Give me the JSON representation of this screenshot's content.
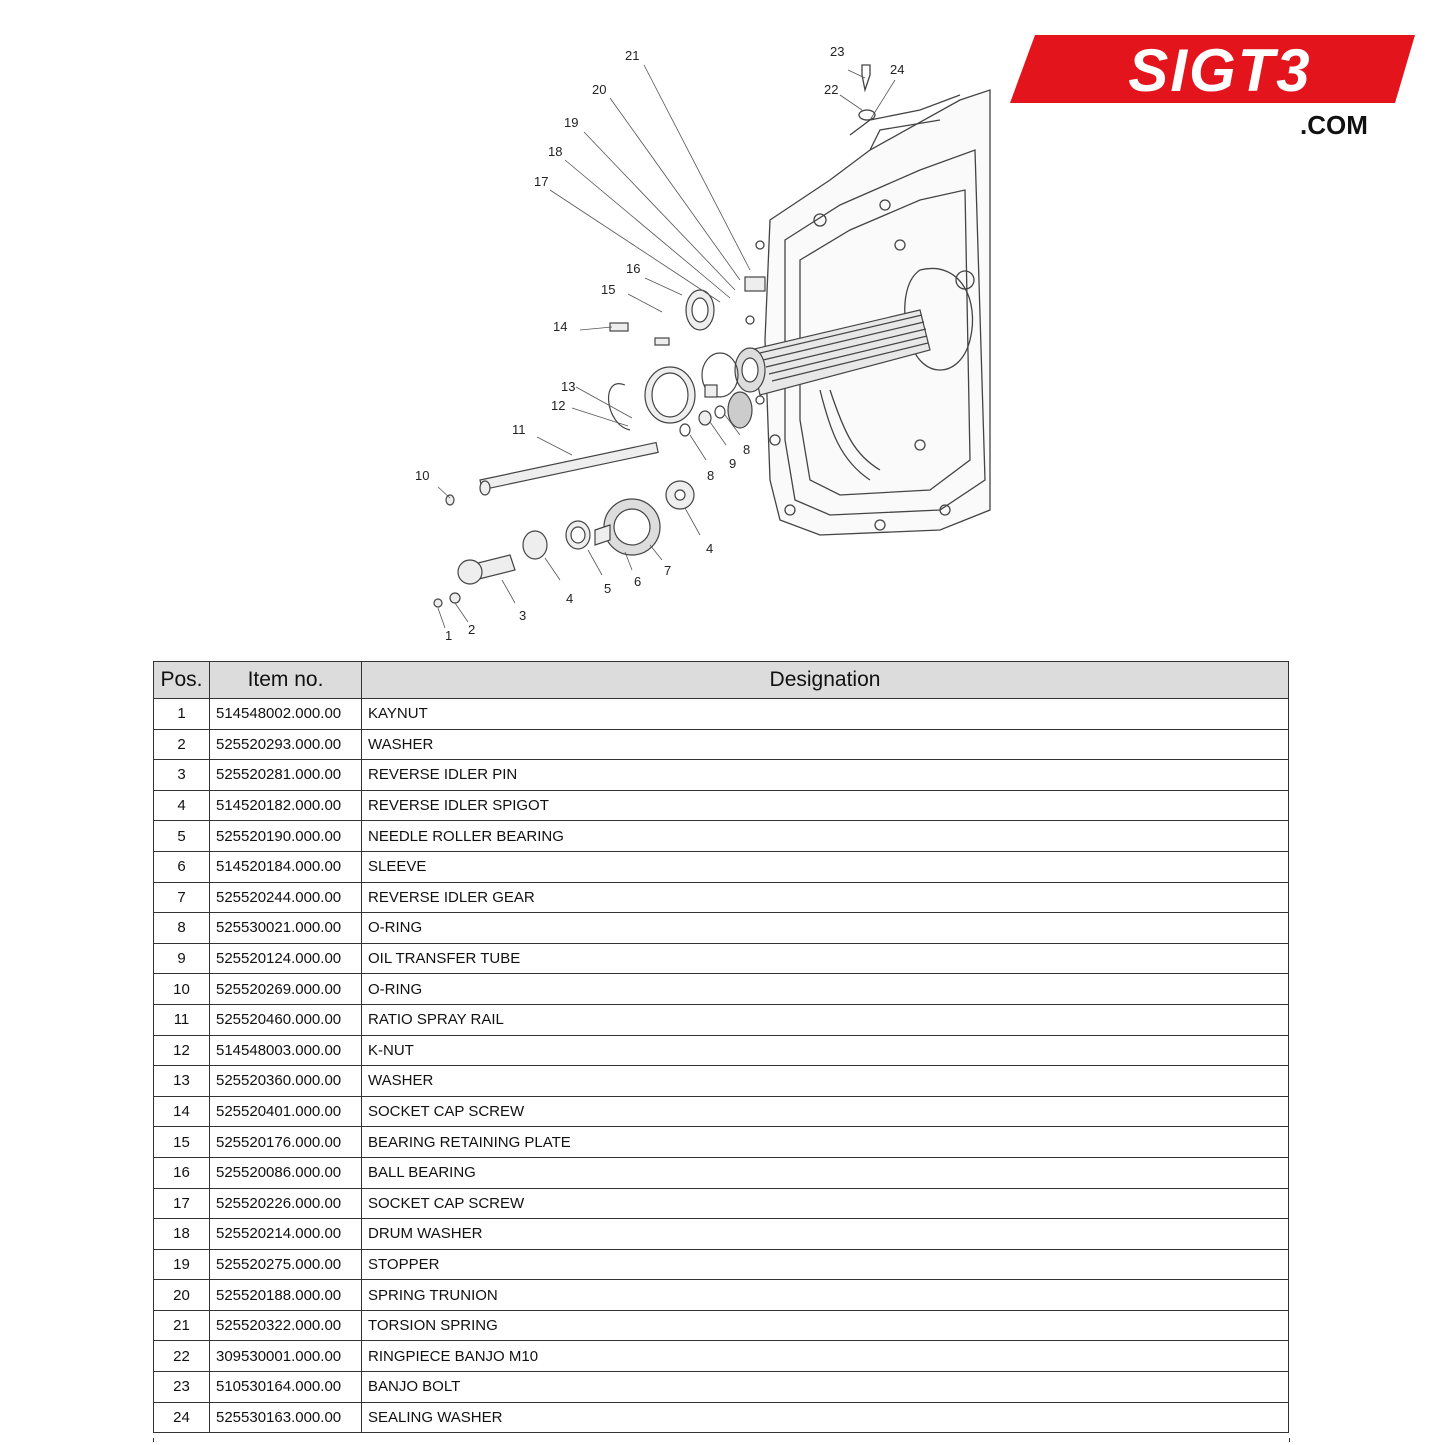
{
  "logo": {
    "text": "SIGT3",
    "sub": ".COM",
    "color": "#e3141c"
  },
  "table": {
    "headers": {
      "pos": "Pos.",
      "item": "Item no.",
      "designation": "Designation"
    },
    "rows": [
      {
        "pos": "1",
        "item": "514548002.000.00",
        "designation": "KAYNUT"
      },
      {
        "pos": "2",
        "item": "525520293.000.00",
        "designation": "WASHER"
      },
      {
        "pos": "3",
        "item": "525520281.000.00",
        "designation": "REVERSE IDLER PIN"
      },
      {
        "pos": "4",
        "item": "514520182.000.00",
        "designation": "REVERSE IDLER SPIGOT"
      },
      {
        "pos": "5",
        "item": "525520190.000.00",
        "designation": "NEEDLE ROLLER BEARING"
      },
      {
        "pos": "6",
        "item": "514520184.000.00",
        "designation": "SLEEVE"
      },
      {
        "pos": "7",
        "item": "525520244.000.00",
        "designation": "REVERSE IDLER GEAR"
      },
      {
        "pos": "8",
        "item": "525530021.000.00",
        "designation": "O-RING"
      },
      {
        "pos": "9",
        "item": "525520124.000.00",
        "designation": "OIL TRANSFER TUBE"
      },
      {
        "pos": "10",
        "item": "525520269.000.00",
        "designation": "O-RING"
      },
      {
        "pos": "11",
        "item": "525520460.000.00",
        "designation": "RATIO SPRAY RAIL"
      },
      {
        "pos": "12",
        "item": "514548003.000.00",
        "designation": "K-NUT"
      },
      {
        "pos": "13",
        "item": "525520360.000.00",
        "designation": "WASHER"
      },
      {
        "pos": "14",
        "item": "525520401.000.00",
        "designation": "SOCKET CAP SCREW"
      },
      {
        "pos": "15",
        "item": "525520176.000.00",
        "designation": "BEARING RETAINING PLATE"
      },
      {
        "pos": "16",
        "item": "525520086.000.00",
        "designation": "BALL BEARING"
      },
      {
        "pos": "17",
        "item": "525520226.000.00",
        "designation": "SOCKET CAP SCREW"
      },
      {
        "pos": "18",
        "item": "525520214.000.00",
        "designation": "DRUM WASHER"
      },
      {
        "pos": "19",
        "item": "525520275.000.00",
        "designation": "STOPPER"
      },
      {
        "pos": "20",
        "item": "525520188.000.00",
        "designation": "SPRING TRUNION"
      },
      {
        "pos": "21",
        "item": "525520322.000.00",
        "designation": "TORSION SPRING"
      },
      {
        "pos": "22",
        "item": "309530001.000.00",
        "designation": "RINGPIECE BANJO M10"
      },
      {
        "pos": "23",
        "item": "510530164.000.00",
        "designation": "BANJO BOLT"
      },
      {
        "pos": "24",
        "item": "525530163.000.00",
        "designation": "SEALING WASHER"
      }
    ]
  },
  "diagram": {
    "callouts": [
      "1",
      "2",
      "3",
      "4",
      "4",
      "5",
      "6",
      "7",
      "8",
      "8",
      "9",
      "10",
      "11",
      "12",
      "13",
      "14",
      "15",
      "16",
      "17",
      "18",
      "19",
      "20",
      "21",
      "22",
      "23",
      "24"
    ]
  }
}
